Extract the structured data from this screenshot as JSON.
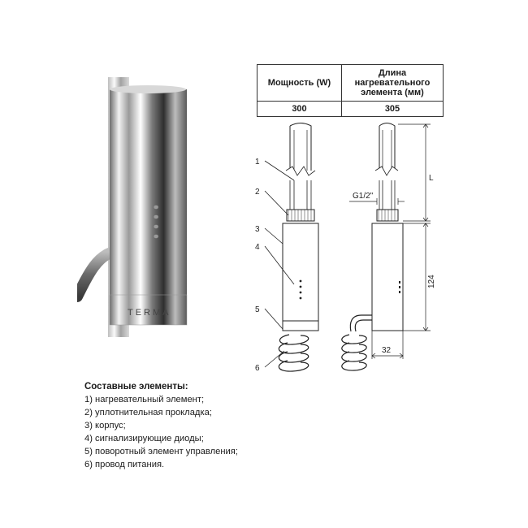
{
  "spec_table": {
    "headers": [
      "Мощность (W)",
      "Длина нагревательного элемента (мм)"
    ],
    "rows": [
      [
        "300",
        "305"
      ]
    ]
  },
  "photo": {
    "brand_text": "TERMA"
  },
  "drawing": {
    "callouts": [
      "1",
      "2",
      "3",
      "4",
      "5",
      "6"
    ],
    "thread_label": "G1/2\"",
    "length_label": "L",
    "height_label": "124",
    "width_label": "32"
  },
  "legend": {
    "title": "Составные элементы:",
    "items": [
      "1) нагревательный элемент;",
      "2) уплотнительная прокладка;",
      "3) корпус;",
      "4) сигнализирующие диоды;",
      "5) поворотный элемент управления;",
      "6) провод питания."
    ]
  }
}
